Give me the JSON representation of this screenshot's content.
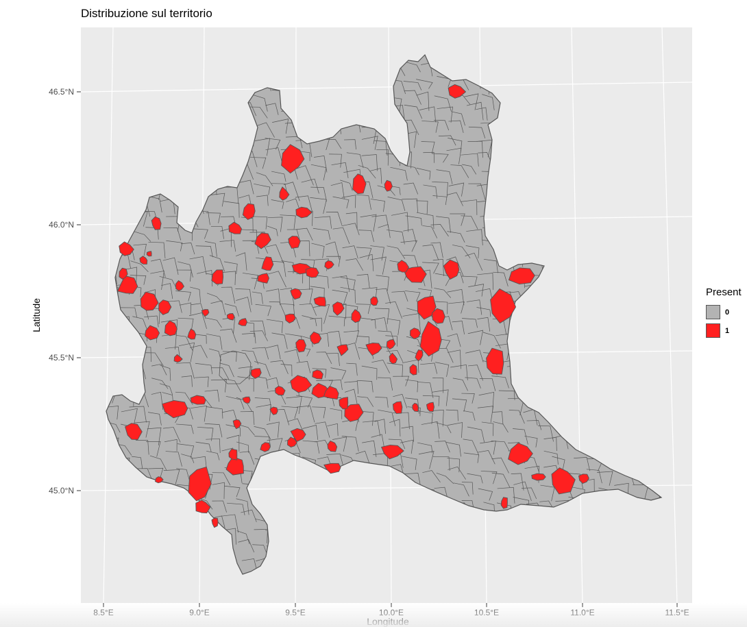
{
  "title": "Distribuzione sul territorio",
  "axes": {
    "x_title": "Longitude",
    "y_title": "Latitude",
    "x_ticks": [
      "8.5°E",
      "9.0°E",
      "9.5°E",
      "10.0°E",
      "10.5°E",
      "11.0°E",
      "11.5°E"
    ],
    "y_ticks": [
      "46.5°N",
      "46.0°N",
      "45.5°N",
      "45.0°N"
    ]
  },
  "legend": {
    "title": "Present",
    "items": [
      {
        "label": "0",
        "color": "#b3b3b3"
      },
      {
        "label": "1",
        "color": "#ff2020"
      }
    ]
  },
  "colors": {
    "panel_background": "#ebebeb",
    "grid": "#ffffff",
    "region_fill": "#b3b3b3",
    "region_border": "#555555",
    "present_fill": "#ff2020"
  },
  "chart_data": {
    "type": "choropleth-map",
    "x_range": [
      8.4,
      11.55
    ],
    "y_range": [
      44.6,
      46.7
    ],
    "categories": [
      "0",
      "1"
    ]
  }
}
